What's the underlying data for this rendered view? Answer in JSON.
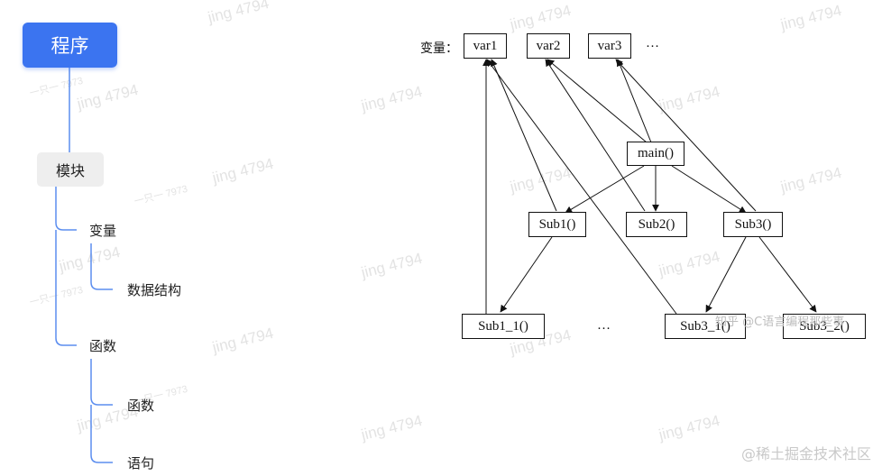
{
  "mindmap": {
    "root": "程序",
    "module": "模块",
    "variable": "变量",
    "data_structure": "数据结构",
    "function": "函数",
    "sub_function": "函数",
    "statement": "语句"
  },
  "diagram": {
    "variables_label": "变量：",
    "var1": "var1",
    "var2": "var2",
    "var3": "var3",
    "var_more": "…",
    "main": "main()",
    "sub1": "Sub1()",
    "sub2": "Sub2()",
    "sub3": "Sub3()",
    "sub1_1": "Sub1_1()",
    "sub_more": "…",
    "sub3_1": "Sub3_1()",
    "sub3_2": "Sub3_2()"
  },
  "watermarks": {
    "jing": "jing 4794",
    "yizhi": "一只一 7973",
    "zhihu": "知乎 @C语言编程那些事",
    "juejin": "@稀土掘金技术社区"
  },
  "colors": {
    "accent": "#3b74f0",
    "mind_line": "#5b8def"
  }
}
